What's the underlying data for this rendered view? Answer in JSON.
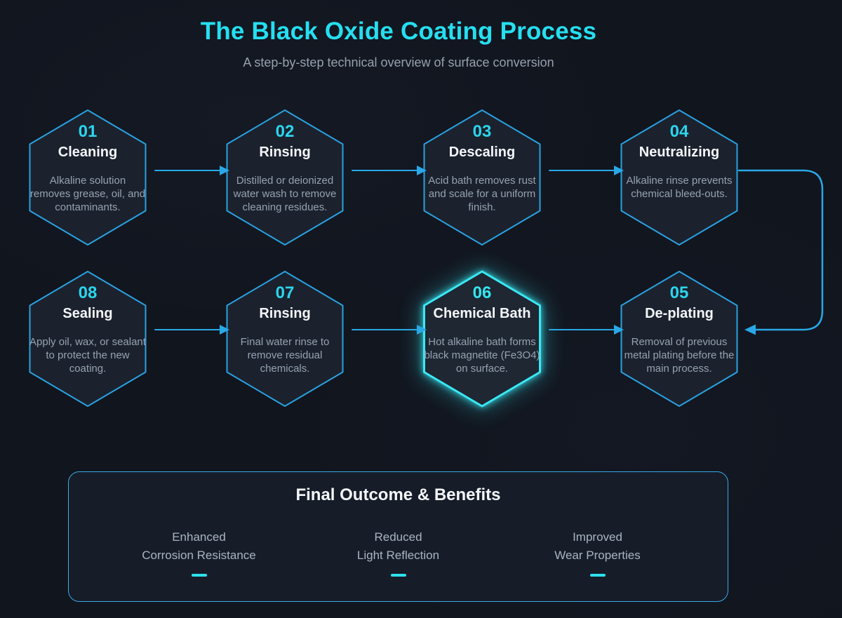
{
  "header": {
    "title": "The Black Oxide Coating Process",
    "subtitle": "A step-by-step technical overview of surface conversion"
  },
  "steps": [
    {
      "number": "01",
      "title": "Cleaning",
      "description": "Alkaline solution removes grease, oil, and contaminants.",
      "highlighted": false
    },
    {
      "number": "02",
      "title": "Rinsing",
      "description": "Distilled or deionized water wash to remove cleaning residues.",
      "highlighted": false
    },
    {
      "number": "03",
      "title": "Descaling",
      "description": "Acid bath removes rust and scale for a uniform finish.",
      "highlighted": false
    },
    {
      "number": "04",
      "title": "Neutralizing",
      "description": "Alkaline rinse prevents chemical bleed-outs.",
      "highlighted": false
    },
    {
      "number": "05",
      "title": "De-plating",
      "description": "Removal of previous metal plating before the main process.",
      "highlighted": false
    },
    {
      "number": "06",
      "title": "Chemical Bath",
      "description": "Hot alkaline bath forms black magnetite (Fe3O4) on surface.",
      "highlighted": true
    },
    {
      "number": "07",
      "title": "Rinsing",
      "description": "Final water rinse to remove residual chemicals.",
      "highlighted": false
    },
    {
      "number": "08",
      "title": "Sealing",
      "description": "Apply oil, wax, or sealant to protect the new coating.",
      "highlighted": false
    }
  ],
  "outcome": {
    "title": "Final Outcome & Benefits",
    "benefits": [
      {
        "line1": "Enhanced",
        "line2": "Corrosion Resistance"
      },
      {
        "line1": "Reduced",
        "line2": "Light Reflection"
      },
      {
        "line1": "Improved",
        "line2": "Wear Properties"
      }
    ]
  },
  "colors": {
    "background": "#11151e",
    "accent_cyan": "#25dff0",
    "step_number_cyan": "#2cd5ee",
    "hex_border_blue": "#2aa1e0",
    "hex_active_border": "#3ae8f2",
    "hex_fill": "#1b222e",
    "arrow_blue": "#29a8e8",
    "text_white": "#f4f6f9",
    "text_gray": "#96a1b0",
    "outcome_border": "#39a9e8"
  }
}
